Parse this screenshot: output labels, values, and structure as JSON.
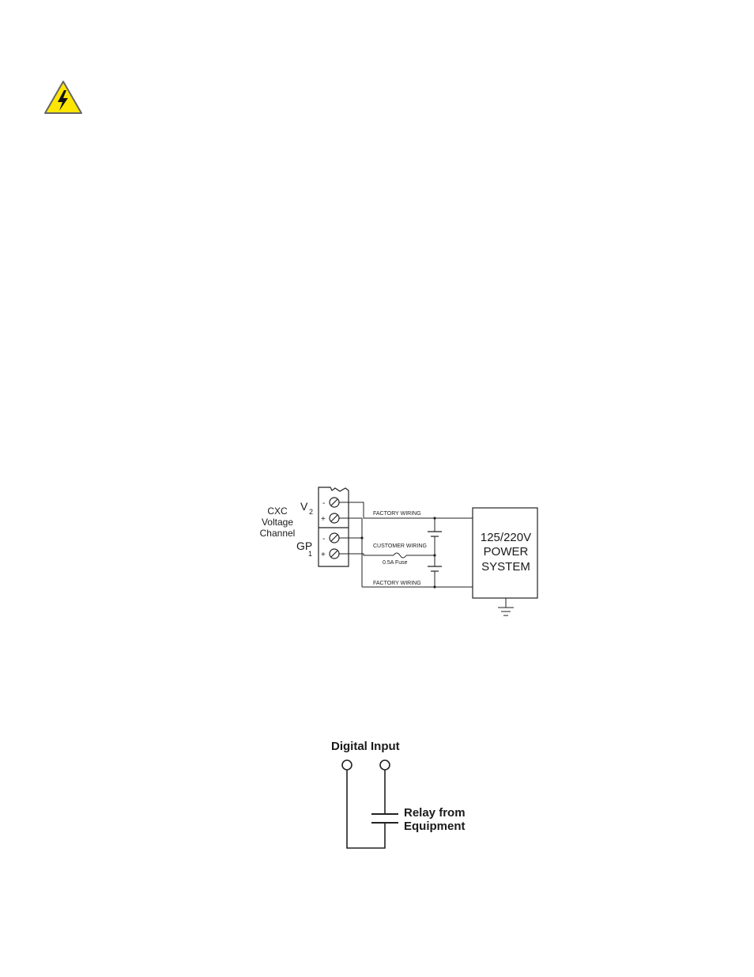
{
  "warning": {
    "icon": "high-voltage-warning-icon",
    "color": "#ffe600"
  },
  "diagram1": {
    "channel_label_lines": [
      "CXC",
      "Voltage",
      "Channel"
    ],
    "v_main": "V",
    "v_sub": "2",
    "gp_main": "GP",
    "gp_sub": "1",
    "minus": "-",
    "plus": "+",
    "factory_wiring_top": "FACTORY WIRING",
    "customer_wiring": "CUSTOMER WIRING",
    "fuse": "0.5A Fuse",
    "factory_wiring_bottom": "FACTORY WIRING",
    "power_lines": [
      "125/220V",
      "POWER",
      "SYSTEM"
    ]
  },
  "diagram2": {
    "title": "Digital Input",
    "relay_lines": [
      "Relay from",
      "Equipment"
    ]
  }
}
